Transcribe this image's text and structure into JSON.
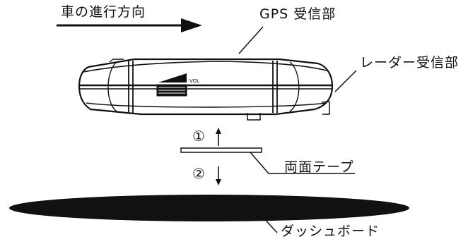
{
  "labels": {
    "direction": "車の進行方向",
    "gps": "GPS 受信部",
    "radar": "レーダー受信部",
    "vol": "VOL",
    "tape": "両面テープ",
    "dashboard": "ダッシュボード"
  },
  "steps": {
    "step1": "①",
    "step2": "②"
  }
}
